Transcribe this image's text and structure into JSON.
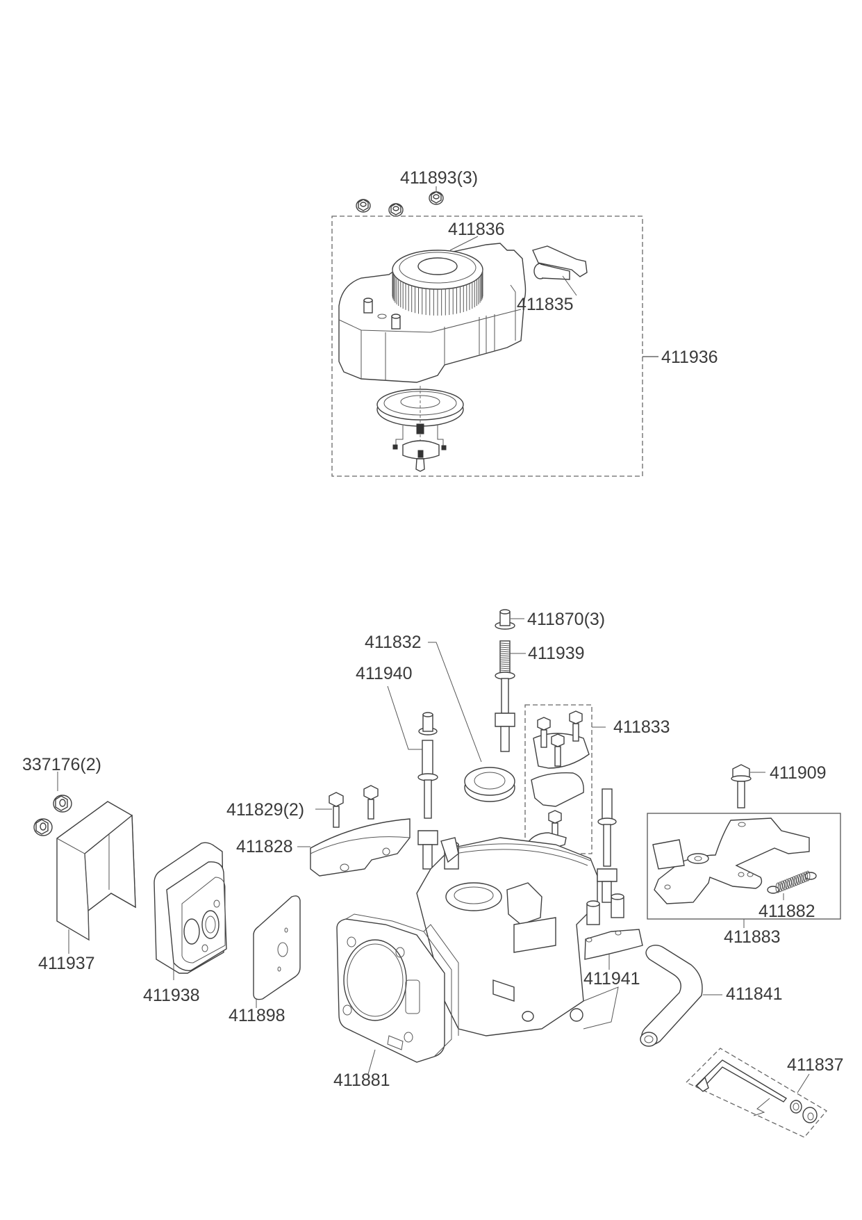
{
  "document": {
    "type": "exploded parts diagram",
    "sections": [
      {
        "name": "recoil-starter-assembly",
        "labels": [
          {
            "id": "p411893",
            "text": "411893(3)",
            "part": "flange nut",
            "qty": 3
          },
          {
            "id": "p411836",
            "text": "411836",
            "part": "starter rope"
          },
          {
            "id": "p411835",
            "text": "411835",
            "part": "starter handle"
          },
          {
            "id": "p411936",
            "text": "411936",
            "part": "recoil starter assembly"
          }
        ]
      },
      {
        "name": "engine-block-assembly",
        "labels": [
          {
            "id": "p411870",
            "text": "411870(3)",
            "part": "dowel pin",
            "qty": 3
          },
          {
            "id": "p411832",
            "text": "411832",
            "part": "oil seal"
          },
          {
            "id": "p411939",
            "text": "411939",
            "part": "stud bolt"
          },
          {
            "id": "p411940",
            "text": "411940",
            "part": "stud bolt"
          },
          {
            "id": "p411833",
            "text": "411833",
            "part": "breather assembly"
          },
          {
            "id": "p337176",
            "text": "337176(2)",
            "part": "flange nut",
            "qty": 2
          },
          {
            "id": "p411829",
            "text": "411829(2)",
            "part": "flange bolt",
            "qty": 2
          },
          {
            "id": "p411828",
            "text": "411828",
            "part": "heat shield"
          },
          {
            "id": "p411909",
            "text": "411909",
            "part": "flange bolt"
          },
          {
            "id": "p411882",
            "text": "411882",
            "part": "governor spring"
          },
          {
            "id": "p411883",
            "text": "411883",
            "part": "governor arm bracket assembly"
          },
          {
            "id": "p411937",
            "text": "411937",
            "part": "muffler guard"
          },
          {
            "id": "p411938",
            "text": "411938",
            "part": "muffler"
          },
          {
            "id": "p411898",
            "text": "411898",
            "part": "muffler gasket"
          },
          {
            "id": "p411941",
            "text": "411941",
            "part": "heat shield"
          },
          {
            "id": "p411841",
            "text": "411841",
            "part": "breather tube"
          },
          {
            "id": "p411881",
            "text": "411881",
            "part": "cylinder block"
          },
          {
            "id": "p411837",
            "text": "411837",
            "part": "governor linkage kit"
          }
        ]
      }
    ]
  }
}
